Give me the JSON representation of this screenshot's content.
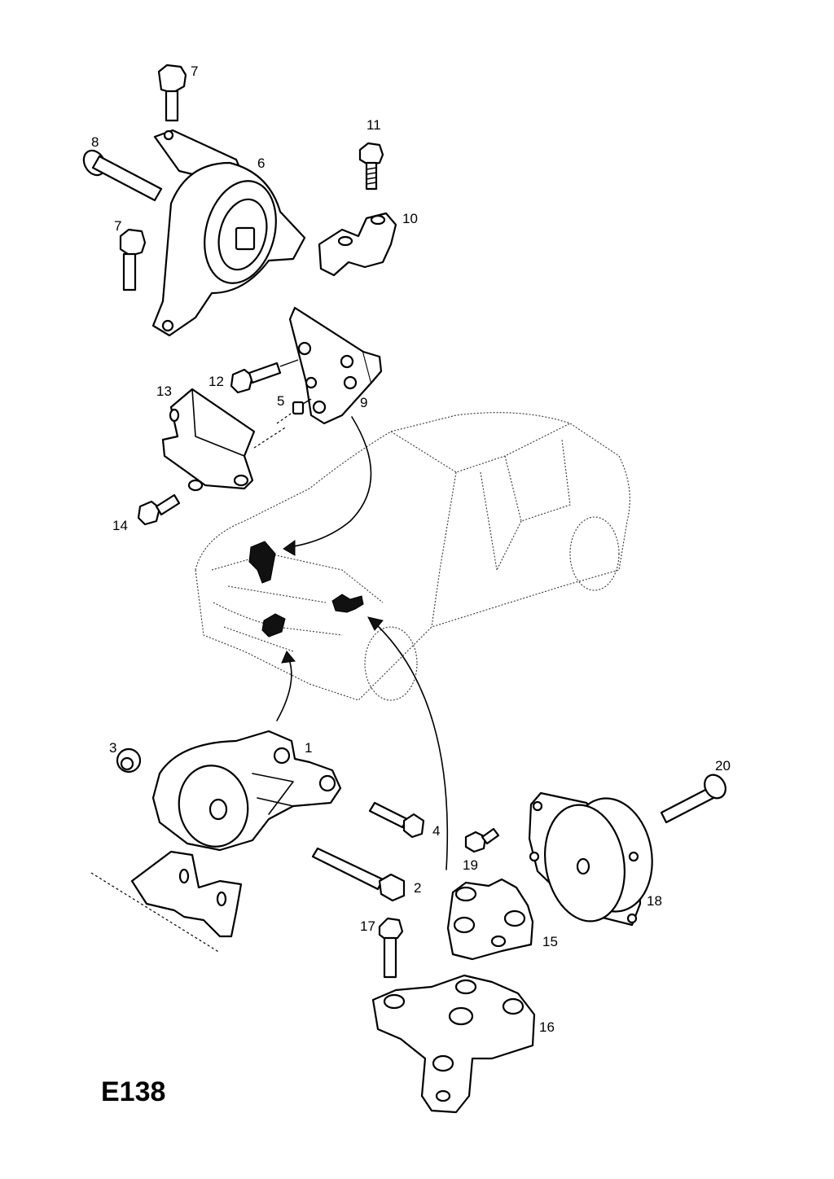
{
  "diagram": {
    "code": "E138",
    "labels": {
      "p1": "1",
      "p2": "2",
      "p3": "3",
      "p4": "4",
      "p5": "5",
      "p6": "6",
      "p7a": "7",
      "p7b": "7",
      "p8": "8",
      "p9": "9",
      "p10": "10",
      "p11": "11",
      "p12": "12",
      "p13": "13",
      "p14": "14",
      "p15": "15",
      "p16": "16",
      "p17": "17",
      "p18": "18",
      "p19": "19",
      "p20": "20"
    }
  }
}
